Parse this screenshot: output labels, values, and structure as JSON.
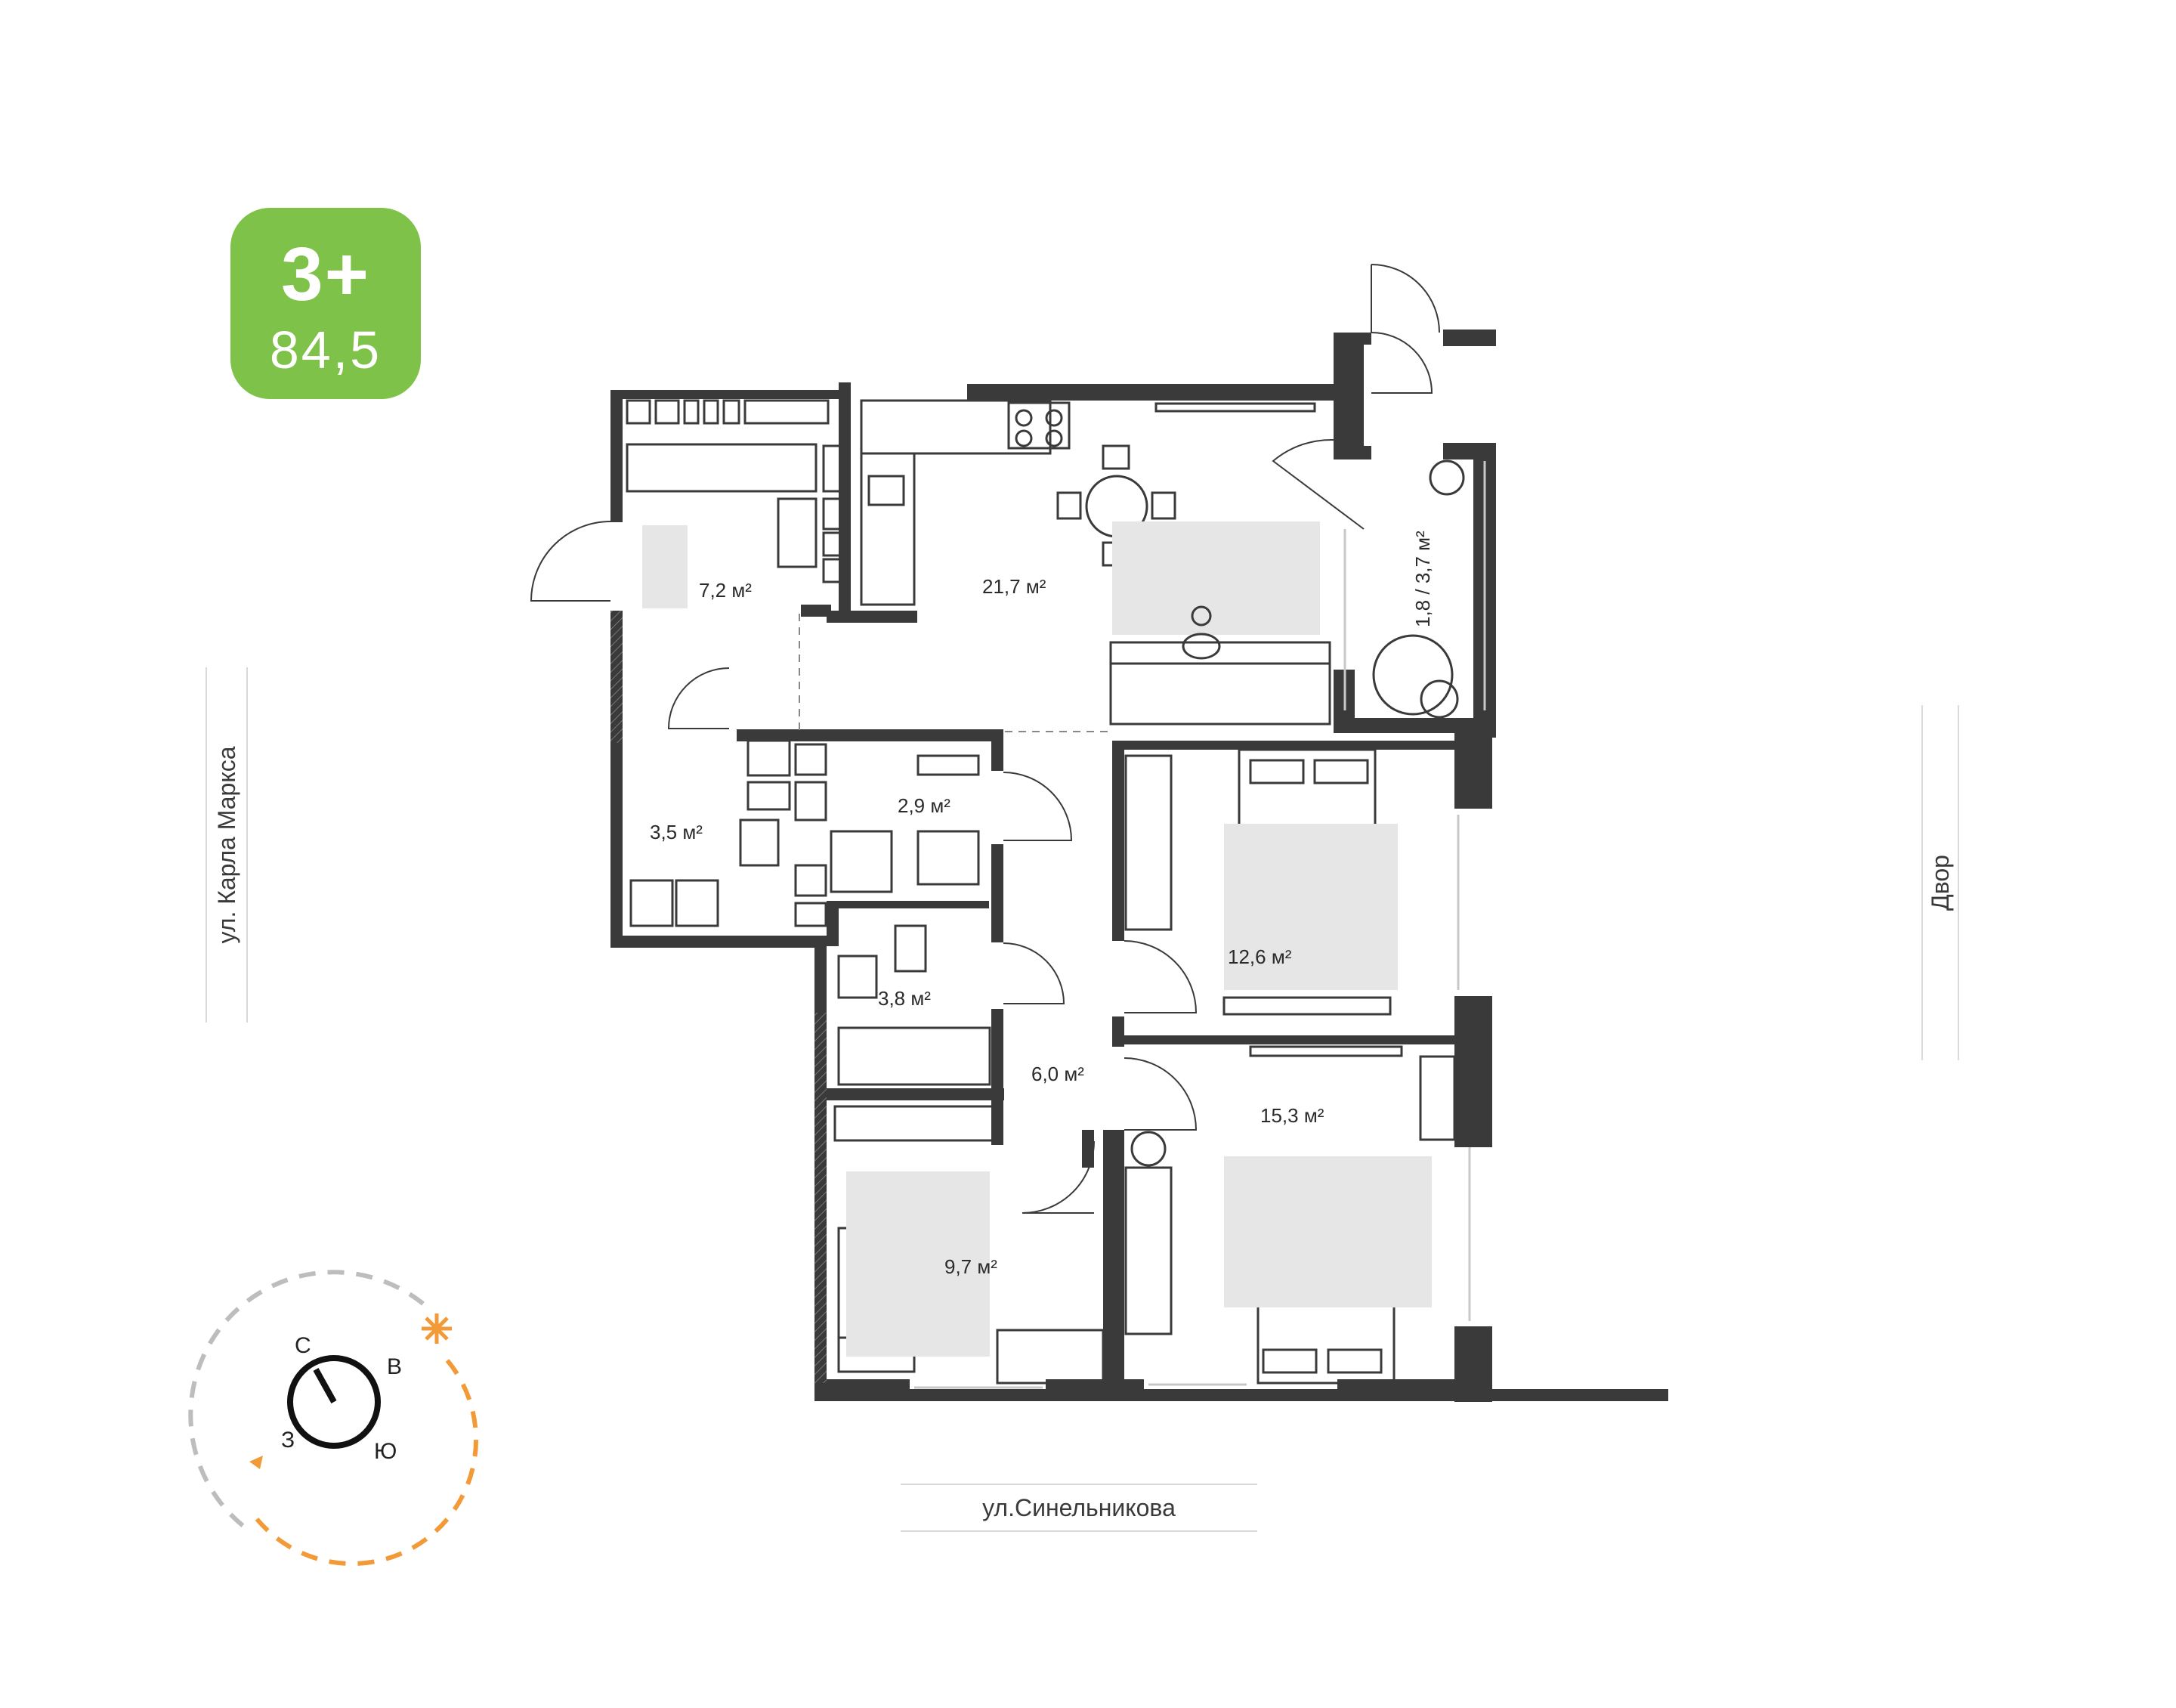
{
  "badge": {
    "rooms": "3+",
    "area": "84,5"
  },
  "colors": {
    "badge": "#7ec24a",
    "wall": "#3a3a3a",
    "furniture": "#e6e6e6",
    "sun": "#f29a38"
  },
  "streets": {
    "bottom": "ул.Синельникова",
    "left": "ул. Карла Маркса",
    "right": "Двор"
  },
  "rooms": {
    "hall": "7,2 м²",
    "kitchen_living": "21,7 м²",
    "storage": "3,5 м²",
    "wc": "2,9 м²",
    "bathroom": "3,8 м²",
    "corridor": "6,0 м²",
    "bedroom_small": "9,7 м²",
    "bedroom_master": "12,6 м²",
    "bedroom_large": "15,3 м²",
    "balcony": "1,8 / 3,7 м²"
  },
  "compass": {
    "north": "С",
    "east": "В",
    "south": "Ю",
    "west": "З"
  },
  "icons": [
    "sun-icon",
    "compass-icon",
    "plant-icon",
    "person-icon"
  ]
}
